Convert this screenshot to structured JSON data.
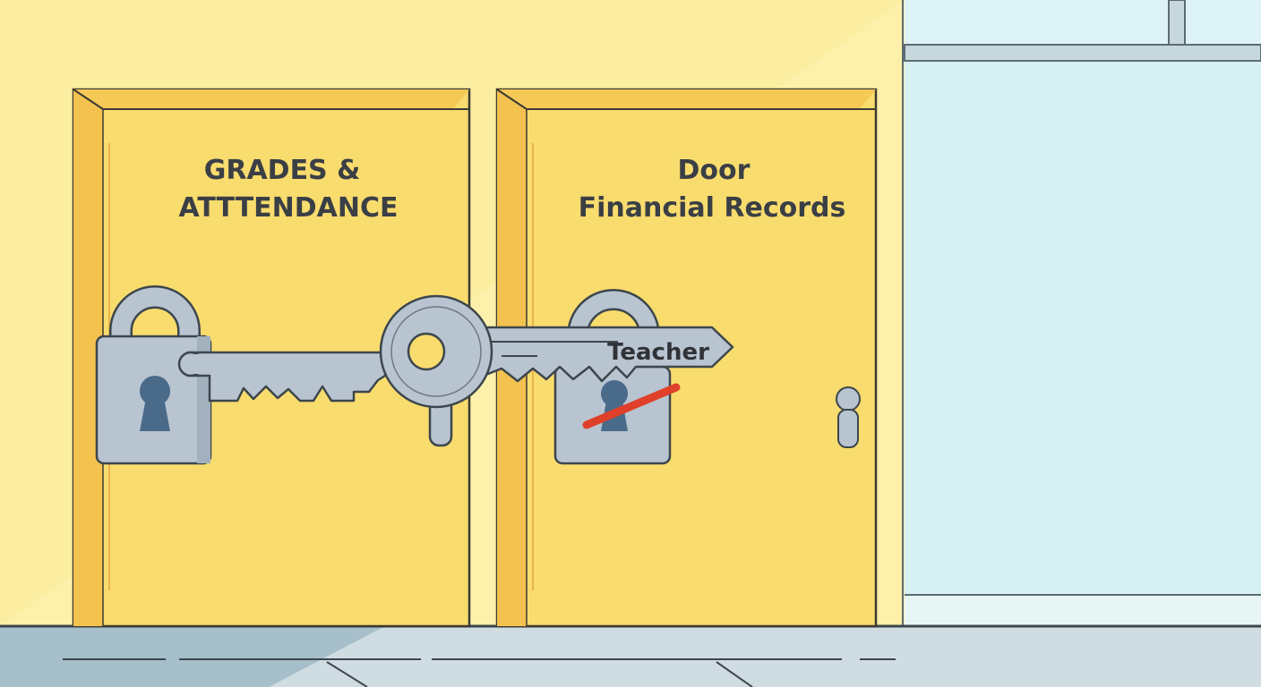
{
  "doors": [
    {
      "id": "left",
      "label_lines": [
        "GRADES &",
        "ATTTENDANCE"
      ],
      "locked": true
    },
    {
      "id": "right",
      "label_lines": [
        "Door",
        "Financial Records"
      ],
      "locked": true,
      "key_blocked": true
    }
  ],
  "key": {
    "label": "Teacher"
  },
  "colors": {
    "wall": "#fbeea0",
    "door": "#f9dc6e",
    "door_frame_shadow": "#f3c24f",
    "lock": "#b8c4d0",
    "keyhole": "#4a6a8a",
    "blocked_mark": "#e0402a",
    "window": "#d7f0f2",
    "floor": "#cfdde2"
  }
}
